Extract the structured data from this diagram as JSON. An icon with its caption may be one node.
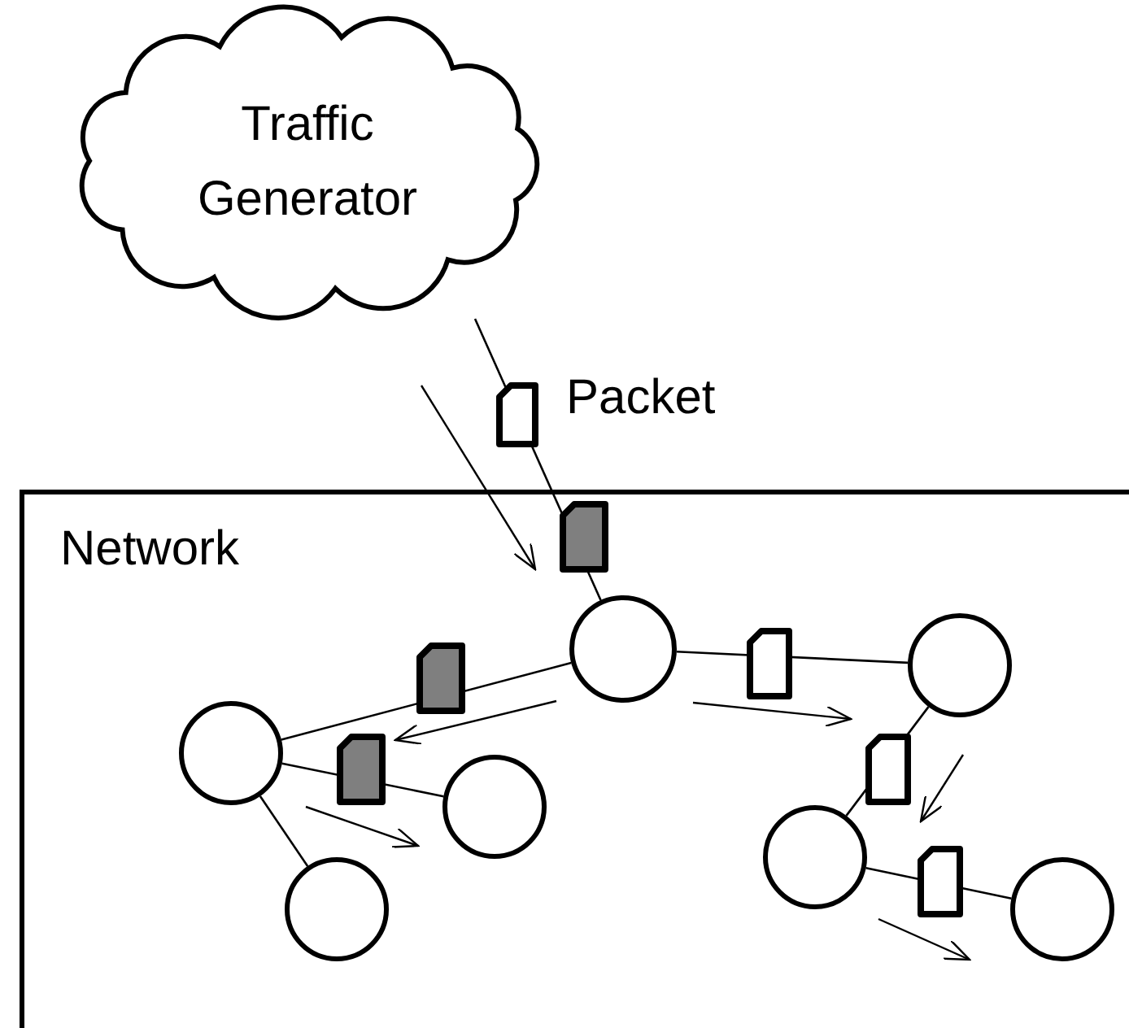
{
  "diagram": {
    "nodes": [
      {
        "text": [
          "Traffic Generator"
        ]
      },
      {
        "text": [
          "Network"
        ]
      },
      {
        "text": [],
        "shape": "circle",
        "in": 1
      },
      {
        "text": [],
        "shape": "circle",
        "in": 1
      },
      {
        "text": [],
        "shape": "circle",
        "in": 1
      },
      {
        "text": [],
        "shape": "circle",
        "in": 1
      },
      {
        "text": [],
        "shape": "circle",
        "in": 1
      },
      {
        "text": [],
        "shape": "circle",
        "in": 1
      },
      {
        "text": [],
        "shape": "circle",
        "in": 1
      }
    ],
    "edges": [
      {
        "from": 0,
        "to": 2,
        "arrow": "none"
      },
      {
        "from": 2,
        "to": 3,
        "arrow": "none"
      },
      {
        "from": 3,
        "to": 4,
        "arrow": "none"
      },
      {
        "from": 3,
        "to": 5,
        "arrow": "none"
      },
      {
        "from": 2,
        "to": 6,
        "arrow": "none"
      },
      {
        "from": 6,
        "to": 7,
        "arrow": "none"
      },
      {
        "from": 7,
        "to": 8,
        "arrow": "none"
      }
    ],
    "labels": [
      "Packet"
    ]
  }
}
